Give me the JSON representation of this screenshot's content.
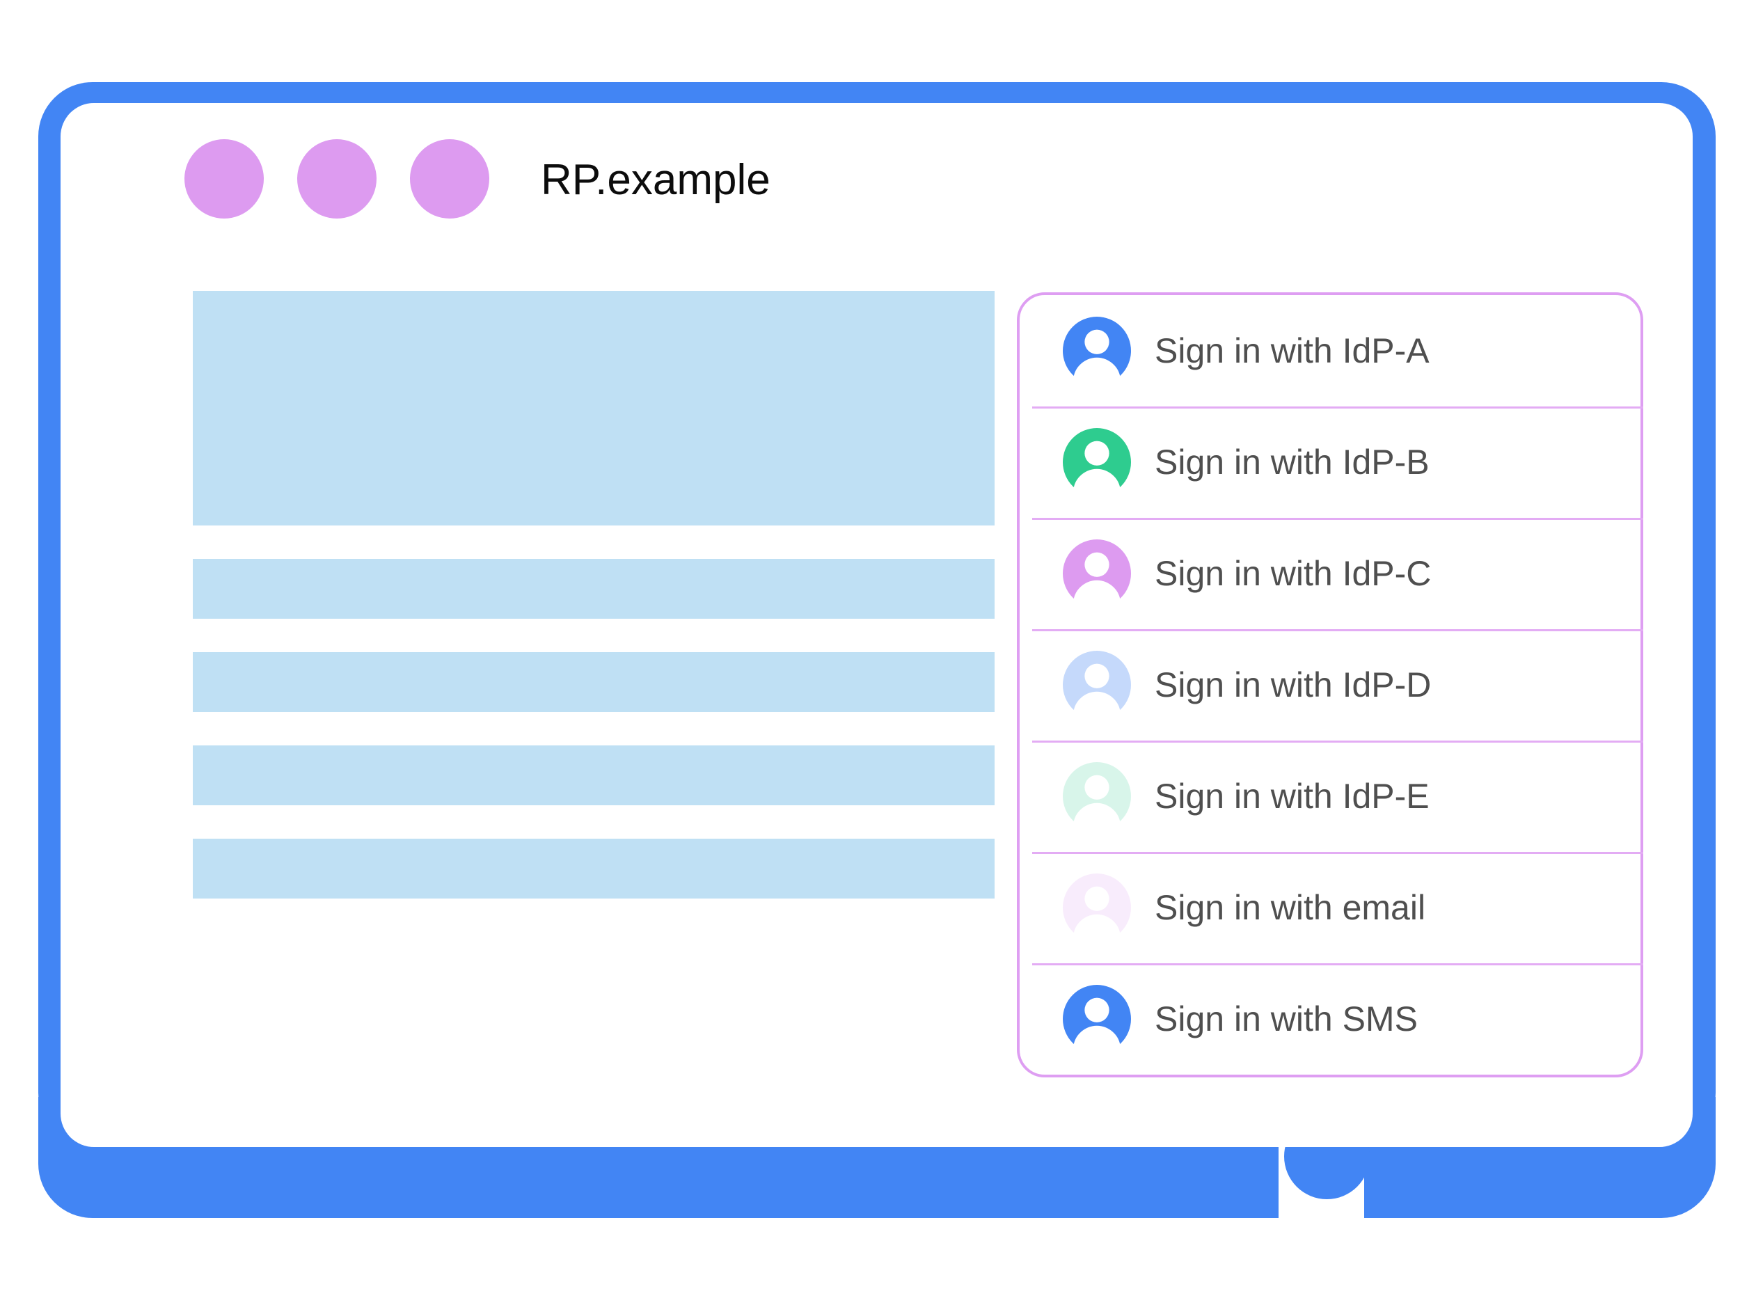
{
  "window": {
    "title": "RP.example",
    "traffic_dots": [
      "dot-1",
      "dot-2",
      "dot-3"
    ],
    "dot_color": "#DD9BF0",
    "bezel_color": "#4285F4",
    "screen_color": "#FFFFFF",
    "home_button": "home-button"
  },
  "content": {
    "placeholder_blocks": [
      {
        "name": "hero-placeholder",
        "kind": "hero"
      },
      {
        "name": "text-placeholder-1",
        "kind": "row"
      },
      {
        "name": "text-placeholder-2",
        "kind": "row"
      },
      {
        "name": "text-placeholder-3",
        "kind": "row"
      },
      {
        "name": "text-placeholder-4",
        "kind": "row"
      }
    ],
    "placeholder_color": "#BFE0F4"
  },
  "account_chooser": {
    "border_color": "#DE9EF2",
    "divider_color": "#E3ACF4",
    "label_color": "#4F4F4F",
    "items": [
      {
        "label": "Sign in with IdP-A",
        "icon": "account-avatar-icon",
        "avatar_color": "#4285F4",
        "avatar_opacity": 1
      },
      {
        "label": "Sign in with IdP-B",
        "icon": "account-avatar-icon",
        "avatar_color": "#2ECC8F",
        "avatar_opacity": 1
      },
      {
        "label": "Sign in with IdP-C",
        "icon": "account-avatar-icon",
        "avatar_color": "#DD9BF0",
        "avatar_opacity": 1
      },
      {
        "label": "Sign in with IdP-D",
        "icon": "account-avatar-icon",
        "avatar_color": "#4285F4",
        "avatar_opacity": 0.3
      },
      {
        "label": "Sign in with IdP-E",
        "icon": "account-avatar-icon",
        "avatar_color": "#2ECC8F",
        "avatar_opacity": 0.18
      },
      {
        "label": "Sign in with email",
        "icon": "account-avatar-icon",
        "avatar_color": "#DD9BF0",
        "avatar_opacity": 0.18
      },
      {
        "label": "Sign in with SMS",
        "icon": "account-avatar-icon",
        "avatar_color": "#4285F4",
        "avatar_opacity": 1
      }
    ]
  }
}
